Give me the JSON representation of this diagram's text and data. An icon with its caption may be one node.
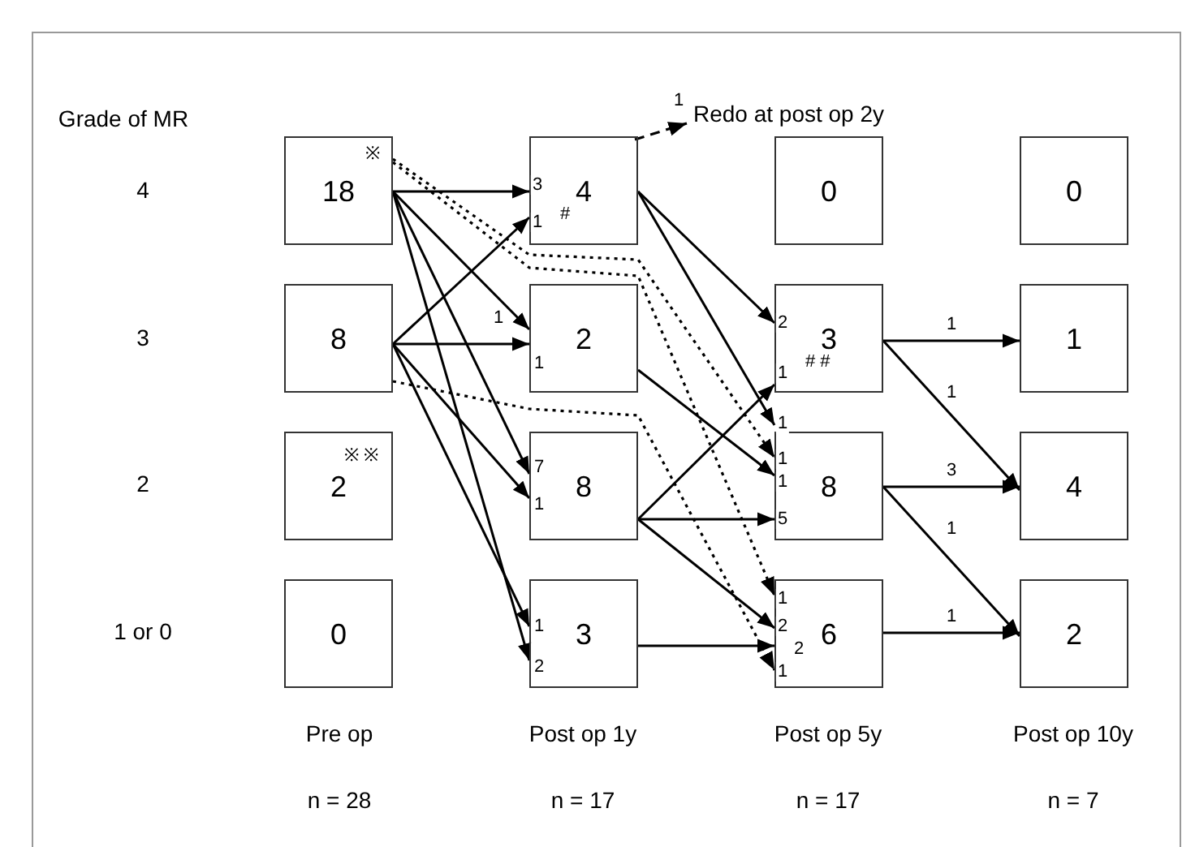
{
  "diagram": {
    "nodes": [
      {
        "text": [
          "※",
          "18"
        ]
      },
      {
        "text": [
          "8"
        ]
      },
      {
        "text": [
          "※ ※",
          "2"
        ]
      },
      {
        "text": [
          "0"
        ]
      },
      {
        "text": [
          "4",
          "#"
        ]
      },
      {
        "text": [
          "2"
        ]
      },
      {
        "text": [
          "8"
        ]
      },
      {
        "text": [
          "3"
        ]
      },
      {
        "text": [
          "0"
        ]
      },
      {
        "text": [
          "3",
          "# #"
        ]
      },
      {
        "text": [
          "8"
        ]
      },
      {
        "text": [
          "6"
        ]
      },
      {
        "text": [
          "0"
        ]
      },
      {
        "text": [
          "1"
        ]
      },
      {
        "text": [
          "4"
        ]
      },
      {
        "text": [
          "2"
        ]
      },
      {
        "text": [
          "Redo at post op 2y"
        ]
      }
    ],
    "edges": [
      {
        "from": 0,
        "to": 4,
        "arrow": "to",
        "label": "3"
      },
      {
        "from": 0,
        "to": 5,
        "arrow": "to",
        "label": "1"
      },
      {
        "from": 0,
        "to": 6,
        "arrow": "to",
        "label": "7"
      },
      {
        "from": 0,
        "to": 7,
        "arrow": "to",
        "label": "2"
      },
      {
        "from": 1,
        "to": 4,
        "arrow": "to",
        "label": "1"
      },
      {
        "from": 1,
        "to": 5,
        "arrow": "to",
        "label": "1"
      },
      {
        "from": 1,
        "to": 6,
        "arrow": "to",
        "label": "1"
      },
      {
        "from": 1,
        "to": 7,
        "arrow": "to",
        "label": "1"
      },
      {
        "from": 0,
        "to": 10,
        "arrow": "to",
        "label": "1",
        "style": "dashed"
      },
      {
        "from": 0,
        "to": 11,
        "arrow": "to",
        "label": "1",
        "style": "dashed"
      },
      {
        "from": 1,
        "to": 11,
        "arrow": "to",
        "label": "1",
        "style": "dashed"
      },
      {
        "from": 4,
        "to": 9,
        "arrow": "to",
        "label": "2"
      },
      {
        "from": 4,
        "to": 10,
        "arrow": "to",
        "label": "1"
      },
      {
        "from": 5,
        "to": 10,
        "arrow": "to",
        "label": "1"
      },
      {
        "from": 6,
        "to": 9,
        "arrow": "to",
        "label": "1"
      },
      {
        "from": 6,
        "to": 10,
        "arrow": "to",
        "label": "5"
      },
      {
        "from": 6,
        "to": 11,
        "arrow": "to",
        "label": "2"
      },
      {
        "from": 7,
        "to": 11,
        "arrow": "to",
        "label": "2"
      },
      {
        "from": 9,
        "to": 13,
        "arrow": "to",
        "label": "1"
      },
      {
        "from": 9,
        "to": 14,
        "arrow": "to",
        "label": "1"
      },
      {
        "from": 10,
        "to": 14,
        "arrow": "to",
        "label": "3"
      },
      {
        "from": 10,
        "to": 15,
        "arrow": "to",
        "label": "1"
      },
      {
        "from": 11,
        "to": 15,
        "arrow": "to",
        "label": "1"
      },
      {
        "from": 4,
        "to": 16,
        "arrow": "to",
        "label": "1",
        "style": "dashed"
      }
    ],
    "labels": [
      "Grade of MR",
      "4",
      "3",
      "2",
      "1 or 0",
      "Pre op",
      "Post op 1y",
      "Post op 5y",
      "Post op 10y",
      "n = 28",
      "n = 17",
      "n = 17",
      "n = 7"
    ]
  }
}
